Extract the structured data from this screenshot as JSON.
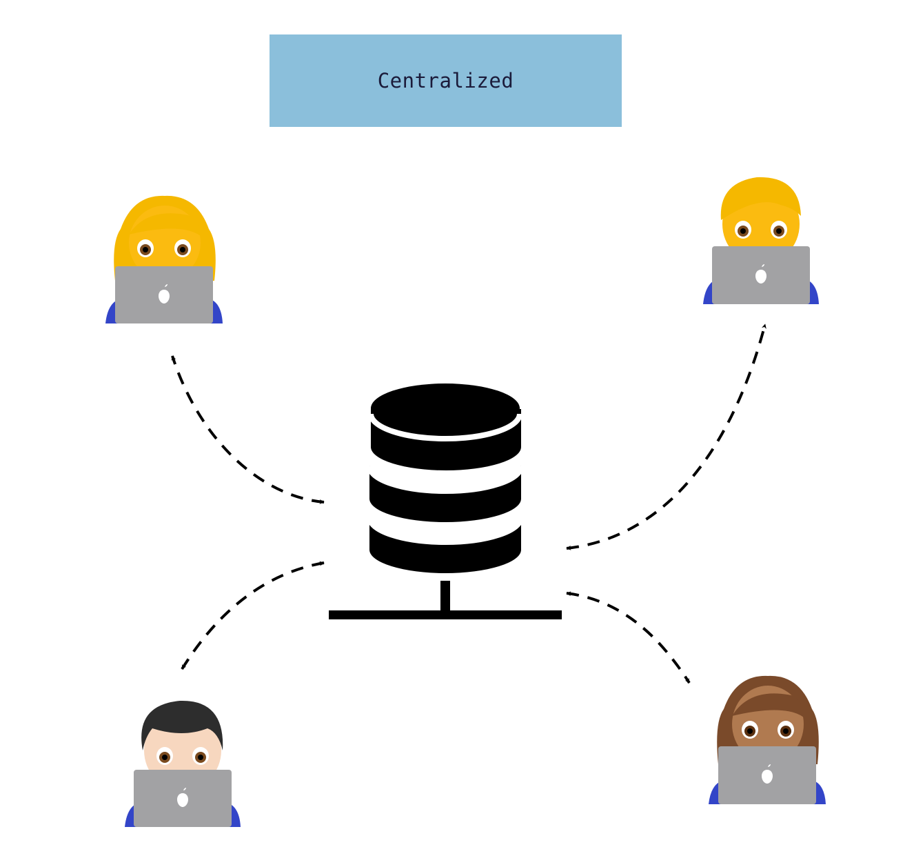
{
  "title": {
    "text": "Centralized"
  },
  "colors": {
    "title_box": "#8bbfdb",
    "database": "#000000",
    "arrow": "#000000",
    "laptop": "#a2a2a4",
    "shirt": "#3345c8",
    "skin_yellow": "#fbbb10",
    "skin_light": "#f7d7bf",
    "skin_medium": "#b07a50",
    "hair_yellow": "#f5b800",
    "hair_black": "#2d2d2d",
    "hair_brown": "#7a4a2a"
  },
  "nodes": [
    {
      "name": "user-top-left",
      "icon": "woman-technologist-icon"
    },
    {
      "name": "user-top-right",
      "icon": "man-technologist-icon"
    },
    {
      "name": "user-bottom-left",
      "icon": "man-technologist-icon"
    },
    {
      "name": "user-bottom-right",
      "icon": "woman-technologist-icon"
    }
  ],
  "server": {
    "icon": "database-server-icon"
  },
  "connections": [
    {
      "from": "user-top-left",
      "to": "server",
      "style": "dashed",
      "bidirectional": true
    },
    {
      "from": "user-top-right",
      "to": "server",
      "style": "dashed",
      "bidirectional": true
    },
    {
      "from": "user-bottom-left",
      "to": "server",
      "style": "dashed",
      "bidirectional": true
    },
    {
      "from": "user-bottom-right",
      "to": "server",
      "style": "dashed",
      "bidirectional": true
    }
  ]
}
